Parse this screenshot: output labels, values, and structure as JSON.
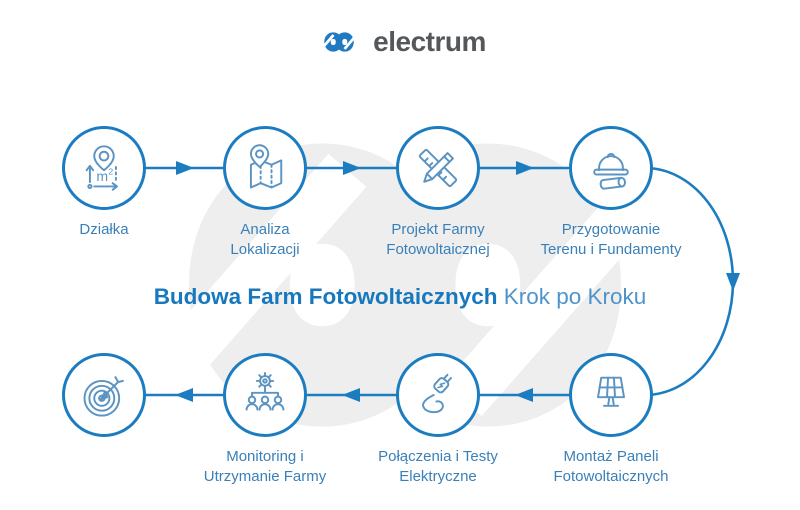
{
  "logo": {
    "brand": "electrum",
    "mark_icon": "electrum-infinity-mark"
  },
  "title": {
    "bold": "Budowa Farm Fotowoltaicznych",
    "light": " Krok po Kroku"
  },
  "flow": {
    "top_row": [
      {
        "label": "Działka",
        "icon": "plot-area-icon"
      },
      {
        "label": "Analiza\nLokalizacji",
        "icon": "map-location-icon"
      },
      {
        "label": "Projekt Farmy\nFotowoltaicznej",
        "icon": "pencil-ruler-icon"
      },
      {
        "label": "Przygotowanie\nTerenu i Fundamenty",
        "icon": "hard-hat-icon"
      }
    ],
    "bottom_row": [
      {
        "label": "Montaż Paneli\nFotowoltaicznych",
        "icon": "solar-panel-icon"
      },
      {
        "label": "Połączenia i Testy\nElektryczne",
        "icon": "electric-plug-icon"
      },
      {
        "label": "Monitoring i\nUtrzymanie Farmy",
        "icon": "gear-team-icon"
      },
      {
        "label": "",
        "icon": "target-goal-icon"
      }
    ],
    "direction_top": "left-to-right",
    "direction_bottom": "right-to-left"
  },
  "colors": {
    "primary_blue": "#1b7dc0",
    "icon_blue": "#5b94c2",
    "label_blue": "#3a80b8",
    "title_bold_blue": "#1878bd",
    "title_light_blue": "#4e94cb",
    "logo_text_gray": "#55585b",
    "watermark_gray": "#eeeeee"
  }
}
